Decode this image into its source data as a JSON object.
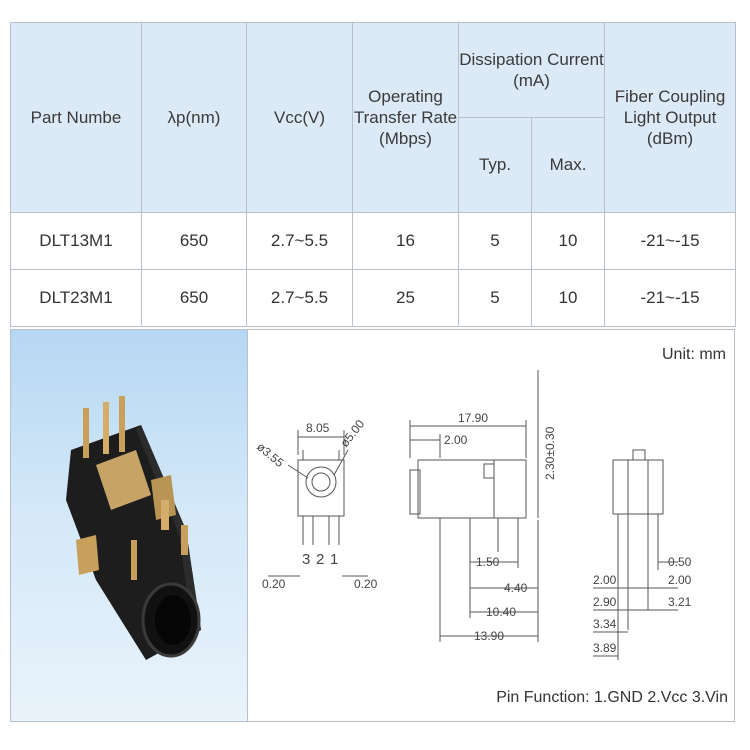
{
  "table": {
    "headers": {
      "part": "Part Numbe",
      "lambda": "λp(nm)",
      "vcc": "Vcc(V)",
      "rate": "Operating Transfer Rate (Mbps)",
      "dissipation": "Dissipation Current (mA)",
      "typ": "Typ.",
      "max": "Max.",
      "fiber": "Fiber Coupling Light Output (dBm)"
    },
    "rows": [
      {
        "part": "DLT13M1",
        "lambda": "650",
        "vcc": "2.7~5.5",
        "rate": "16",
        "typ": "5",
        "max": "10",
        "fiber": "-21~-15"
      },
      {
        "part": "DLT23M1",
        "lambda": "650",
        "vcc": "2.7~5.5",
        "rate": "25",
        "typ": "5",
        "max": "10",
        "fiber": "-21~-15"
      }
    ]
  },
  "drawing": {
    "unit": "Unit:  mm",
    "pin_function": "Pin Function: 1.GND   2.Vcc   3.Vin",
    "dims": {
      "d805": "8.05",
      "d500": "ø5.00",
      "d355": "ø3.55",
      "d1790": "17.90",
      "d200": "2.00",
      "d230": "2.30±0.30",
      "pin3": "3",
      "pin2": "2",
      "pin1": "1",
      "d020a": "0.20",
      "d020b": "0.20",
      "d150": "1.50",
      "d440": "4.40",
      "d1040": "10.40",
      "d1390": "13.90",
      "d050": "0.50",
      "d200r1": "2.00",
      "d200r2": "2.00",
      "d290": "2.90",
      "d321": "3.21",
      "d334": "3.34",
      "d389": "3.89"
    }
  },
  "colors": {
    "header_bg": "#dce9f6",
    "border": "#b9c0c8",
    "photo_bg": "#b6d7f3",
    "dim_line": "#555555"
  }
}
